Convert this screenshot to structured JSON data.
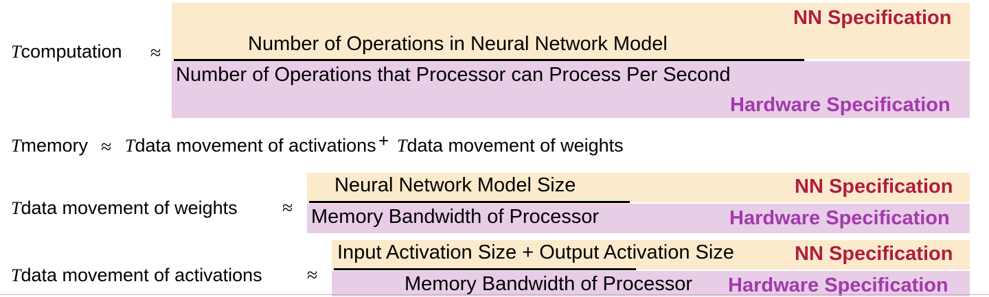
{
  "figure": {
    "title": "Roofline-style latency decomposition equations",
    "colors": {
      "nn_highlight_bg": "#fbeacb",
      "hw_highlight_bg": "#e7cde6",
      "nn_label_text": "#b01c3e",
      "hw_label_text": "#a339ac",
      "body_text": "#000000",
      "bottom_divider": "#d9a3ae"
    },
    "labels": {
      "nn_specification": "NN Specification",
      "hardware_specification": "Hardware Specification"
    },
    "symbols": {
      "approx": "≈",
      "plus": "+",
      "T": "T"
    },
    "equations": [
      {
        "id": "t-computation",
        "lhs_symbol": "T",
        "lhs_subscript": "computation",
        "relation": "≈",
        "numerator": "Number of Operations in Neural Network Model",
        "denominator": "Number of Operations that Processor can Process Per Second",
        "numerator_tag": "NN Specification",
        "denominator_tag": "Hardware Specification"
      },
      {
        "id": "t-memory",
        "lhs_symbol": "T",
        "lhs_subscript": "memory",
        "relation": "≈",
        "term1_symbol": "T",
        "term1_subscript": "data movement of activations",
        "operator": "+",
        "term2_symbol": "T",
        "term2_subscript": "data movement of weights"
      },
      {
        "id": "t-data-movement-weights",
        "lhs_symbol": "T",
        "lhs_subscript": "data movement of weights",
        "relation": "≈",
        "numerator": "Neural Network Model Size",
        "denominator": "Memory Bandwidth of Processor",
        "numerator_tag": "NN Specification",
        "denominator_tag": "Hardware Specification"
      },
      {
        "id": "t-data-movement-activations",
        "lhs_symbol": "T",
        "lhs_subscript": "data movement of activations",
        "relation": "≈",
        "numerator": "Input Activation Size + Output Activation Size",
        "denominator": "Memory Bandwidth of Processor",
        "numerator_tag": "NN Specification",
        "denominator_tag": "Hardware Specification"
      }
    ]
  }
}
